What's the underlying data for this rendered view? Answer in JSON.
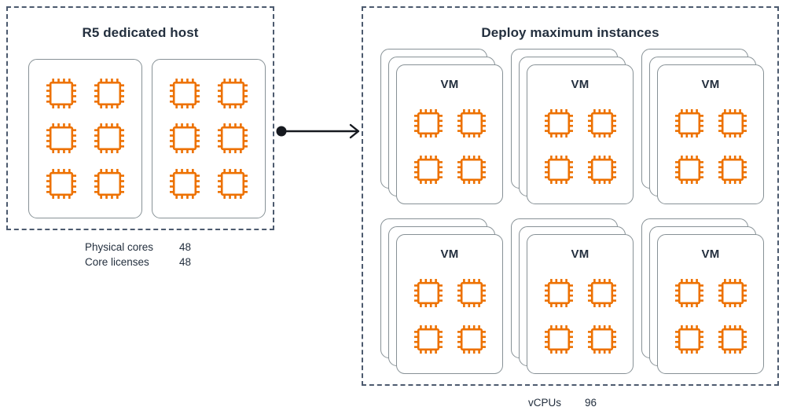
{
  "diagram": {
    "title_left": "R5 dedicated host",
    "title_right": "Deploy maximum instances",
    "accent_orange": "#ED7100",
    "outline_gray": "#879196",
    "dashed_gray": "#4C5A6E",
    "text_dark": "#232F3E"
  },
  "host": {
    "title": "R5 dedicated host",
    "sockets": [
      {
        "name": "socket-left",
        "chip_count": 6,
        "chip_label": "cpu-chip"
      },
      {
        "name": "socket-right",
        "chip_count": 6,
        "chip_label": "cpu-chip"
      }
    ],
    "legend": [
      {
        "key": "Physical cores",
        "value": "48"
      },
      {
        "key": "Core licenses",
        "value": "48"
      }
    ]
  },
  "connector": {
    "name": "flow-arrow",
    "start_marker": "dot",
    "end_marker": "arrowhead",
    "color": "#16191F"
  },
  "deploy": {
    "title": "Deploy maximum instances",
    "vm_stack_depth": 3,
    "vms": [
      {
        "label": "VM",
        "chip_count": 4
      },
      {
        "label": "VM",
        "chip_count": 4
      },
      {
        "label": "VM",
        "chip_count": 4
      },
      {
        "label": "VM",
        "chip_count": 4
      },
      {
        "label": "VM",
        "chip_count": 4
      },
      {
        "label": "VM",
        "chip_count": 4
      }
    ],
    "legend": [
      {
        "key": "vCPUs",
        "value": "96"
      }
    ]
  }
}
